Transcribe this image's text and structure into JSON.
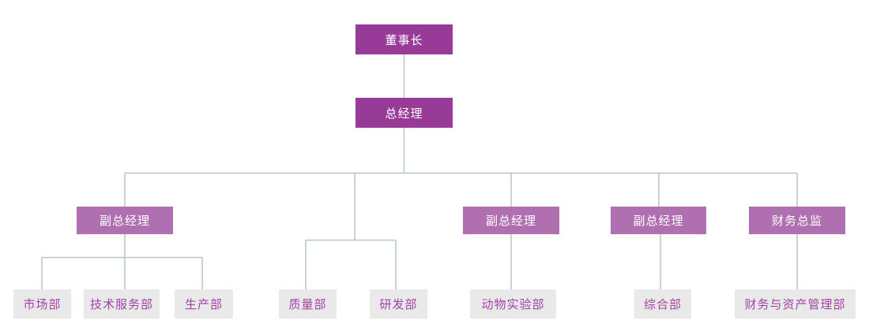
{
  "palette": {
    "executive_bg": "#983a98",
    "manager_bg": "#b06fb0",
    "dept_bg": "#e9e9e9",
    "dept_text": "#a243a2",
    "node_text": "#ffffff",
    "connector": "#b7c5cd",
    "page_bg": "#ffffff"
  },
  "org": {
    "chairman": {
      "label": "董事长"
    },
    "general_manager": {
      "label": "总经理"
    },
    "deputy_gm_1": {
      "label": "副总经理"
    },
    "deputy_gm_2": {
      "label": "副总经理"
    },
    "deputy_gm_3": {
      "label": "副总经理"
    },
    "finance_director": {
      "label": "财务总监"
    },
    "departments": {
      "market": {
        "label": "市场部"
      },
      "tech_service": {
        "label": "技术服务部"
      },
      "production": {
        "label": "生产部"
      },
      "quality": {
        "label": "质量部"
      },
      "rnd": {
        "label": "研发部"
      },
      "animal_lab": {
        "label": "动物实验部"
      },
      "general_affairs": {
        "label": "综合部"
      },
      "finance_assets": {
        "label": "财务与资产管理部"
      }
    }
  }
}
